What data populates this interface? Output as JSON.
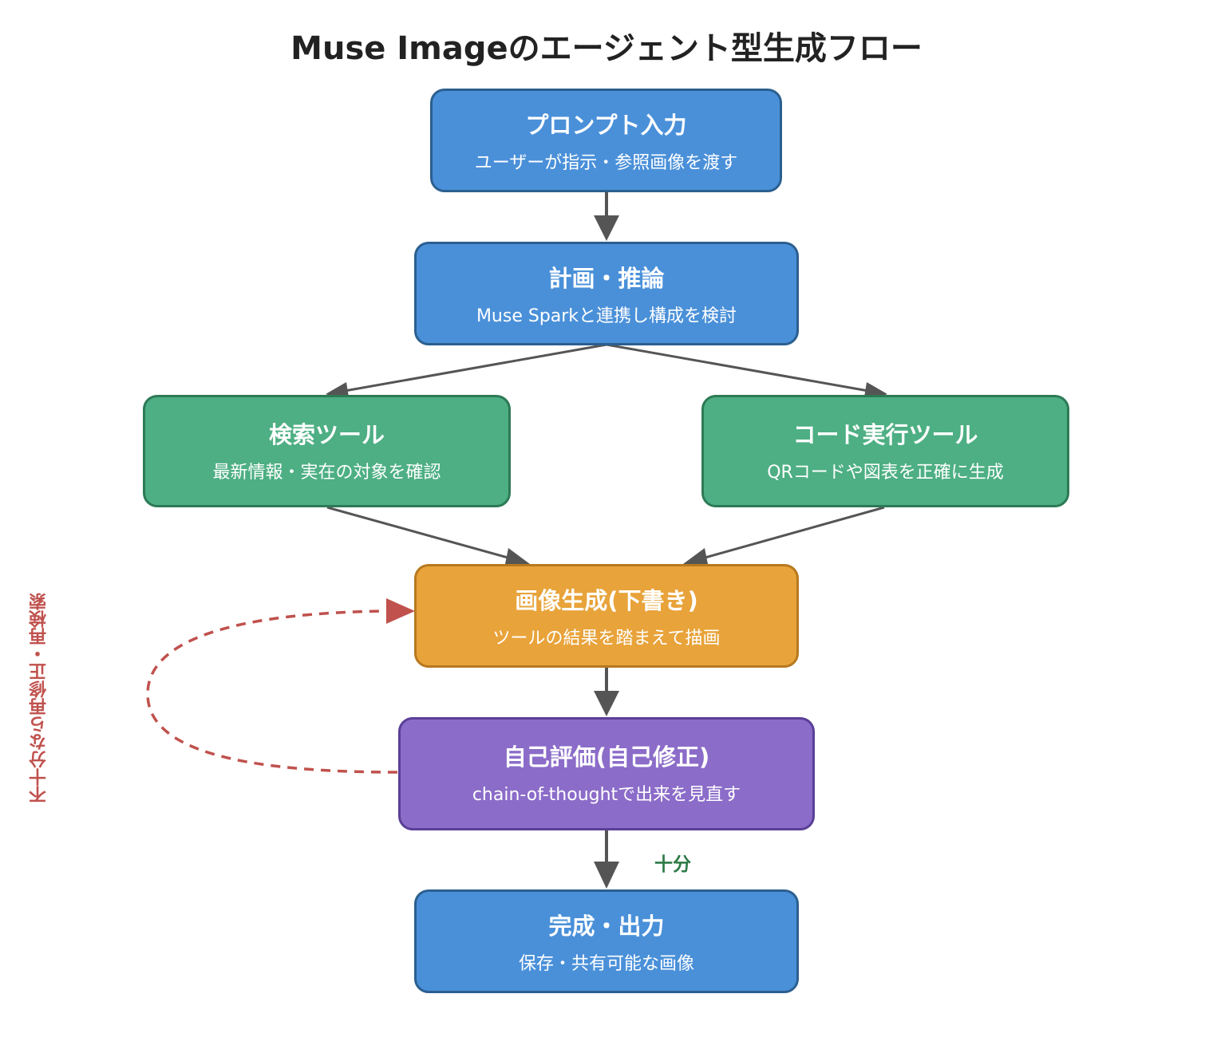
{
  "title": "Muse Imageのエージェント型生成フロー",
  "nodes": {
    "prompt": {
      "title": "プロンプト入力",
      "subtitle": "ユーザーが指示・参照画像を渡す"
    },
    "plan": {
      "title": "計画・推論",
      "subtitle": "Muse Sparkと連携し構成を検討"
    },
    "search": {
      "title": "検索ツール",
      "subtitle": "最新情報・実在の対象を確認"
    },
    "code": {
      "title": "コード実行ツール",
      "subtitle": "QRコードや図表を正確に生成"
    },
    "draft": {
      "title": "画像生成(下書き)",
      "subtitle": "ツールの結果を踏まえて描画"
    },
    "review": {
      "title": "自己評価(自己修正)",
      "subtitle": "chain-of-thoughtで出来を見直す"
    },
    "done": {
      "title": "完成・出力",
      "subtitle": "保存・共有可能な画像"
    }
  },
  "edge_labels": {
    "retry": "不十分なら再修正・再検索",
    "sufficient": "十分"
  },
  "colors": {
    "blue": "#4a90d9",
    "green": "#4daf83",
    "orange": "#e8a33a",
    "purple": "#8b6cc9",
    "arrow": "#555555",
    "retry": "#c0514d",
    "sufficient": "#2d7a46"
  }
}
